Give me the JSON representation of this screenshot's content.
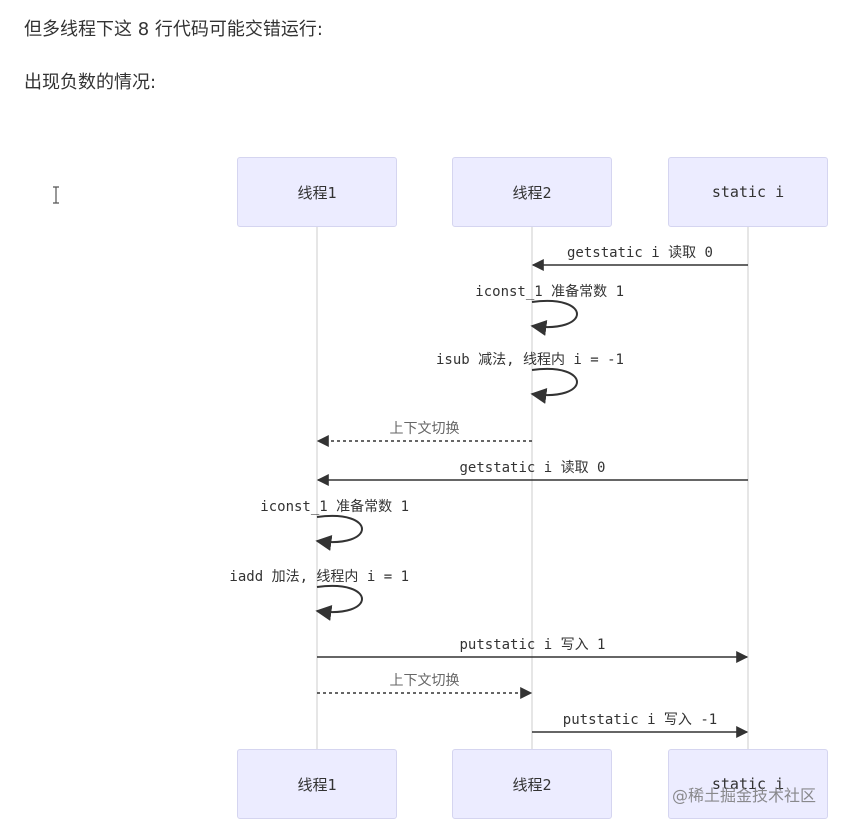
{
  "text": {
    "line1": "但多线程下这 8 行代码可能交错运行:",
    "line2": "出现负数的情况:"
  },
  "diagram": {
    "participants": [
      {
        "id": "t1",
        "label": "线程1"
      },
      {
        "id": "t2",
        "label": "线程2"
      },
      {
        "id": "si",
        "label": "static i"
      }
    ],
    "messages": [
      {
        "from": "si",
        "to": "t2",
        "style": "solid",
        "label": "getstatic  i  读取  0"
      },
      {
        "from": "t2",
        "to": "t2",
        "style": "self",
        "label": "iconst_1  准备常数  1"
      },
      {
        "from": "t2",
        "to": "t2",
        "style": "self",
        "label": "isub  减法,  线程内  i  =  -1"
      },
      {
        "from": "t2",
        "to": "t1",
        "style": "dashed",
        "label": "上下文切换"
      },
      {
        "from": "si",
        "to": "t1",
        "style": "solid",
        "label": "getstatic  i  读取  0"
      },
      {
        "from": "t1",
        "to": "t1",
        "style": "self",
        "label": "iconst_1  准备常数  1"
      },
      {
        "from": "t1",
        "to": "t1",
        "style": "self",
        "label": "iadd  加法,  线程内  i  =  1"
      },
      {
        "from": "t1",
        "to": "si",
        "style": "solid",
        "label": "putstatic  i  写入  1"
      },
      {
        "from": "t1",
        "to": "t2",
        "style": "dashed",
        "label": "上下文切换"
      },
      {
        "from": "t2",
        "to": "si",
        "style": "solid",
        "label": "putstatic  i  写入  -1"
      }
    ]
  },
  "watermark": "@稀土掘金技术社区",
  "colors": {
    "actor_fill": "#ececff",
    "actor_border": "#d5d5f0",
    "lifeline": "#cccccc",
    "arrow": "#333333"
  }
}
